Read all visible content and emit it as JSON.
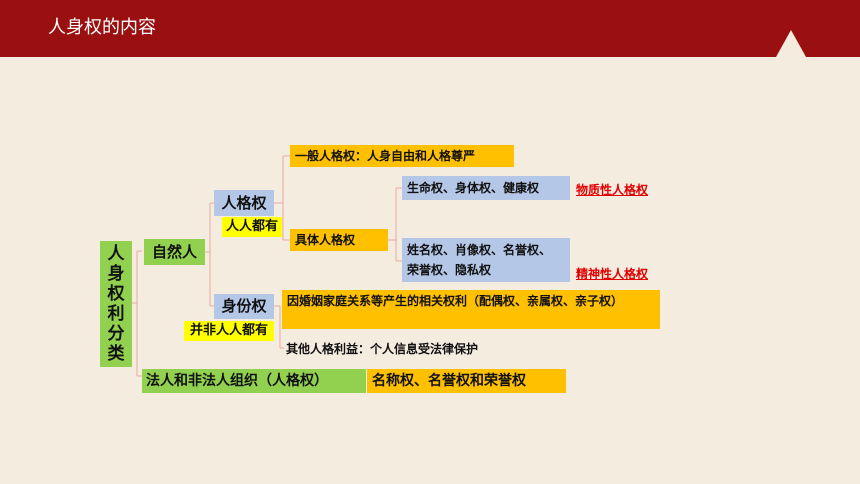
{
  "header": {
    "title": "人身权的内容"
  },
  "tree": {
    "root": "人身权利分类",
    "natural_person": "自然人",
    "personality_right": "人格权",
    "personality_note": "人人都有",
    "general_personality": "一般人格权：人身自由和人格尊严",
    "specific_personality": "具体人格权",
    "material_rights": "生命权、身体权、健康权",
    "material_label": "物质性人格权",
    "spiritual_rights_line1": "姓名权、肖像权、名誉权、",
    "spiritual_rights_line2": "荣誉权、隐私权",
    "spiritual_label": "精神性人格权",
    "identity_right": "身份权",
    "identity_note": "并非人人都有",
    "identity_detail": "因婚姻家庭关系等产生的相关权利（配偶权、亲属权、亲子权）",
    "other_interest": "其他人格利益：个人信息受法律保护",
    "legal_person": "法人和非法人组织（人格权）",
    "legal_person_rights": "名称权、名誉权和荣誉权"
  },
  "colors": {
    "header": "#9a1010",
    "background": "#f5ece0",
    "green": "#92d050",
    "blue": "#b4c7e7",
    "orange": "#ffc000",
    "yellow": "#ffff00",
    "note_red": "#e00000"
  }
}
